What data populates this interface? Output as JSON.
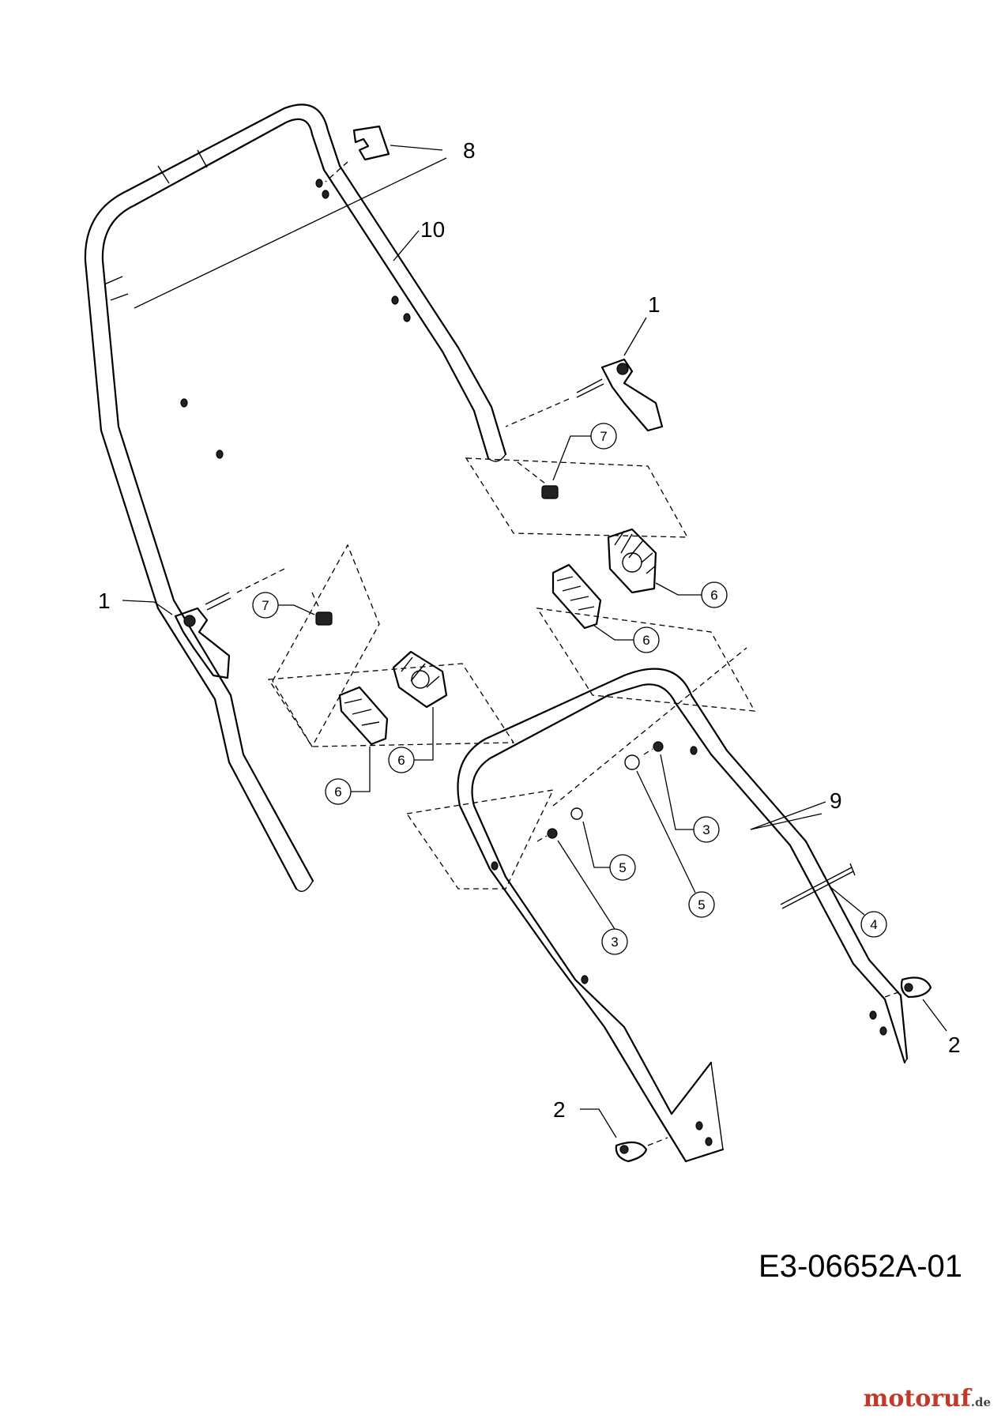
{
  "diagram": {
    "drawing_code": "E3-06652A-01",
    "callouts": {
      "c1_right": "1",
      "c1_left": "1",
      "c2_right": "2",
      "c2_left": "2",
      "c3_upper": "3",
      "c3_lower": "3",
      "c4": "4",
      "c5_upper": "5",
      "c5_lower": "5",
      "c6_a": "6",
      "c6_b": "6",
      "c6_c": "6",
      "c6_d": "6",
      "c7_right": "7",
      "c7_left": "7",
      "c8": "8",
      "c9": "9",
      "c10": "10"
    }
  },
  "watermark": {
    "brand": "motoruf",
    "tld": ".de"
  }
}
